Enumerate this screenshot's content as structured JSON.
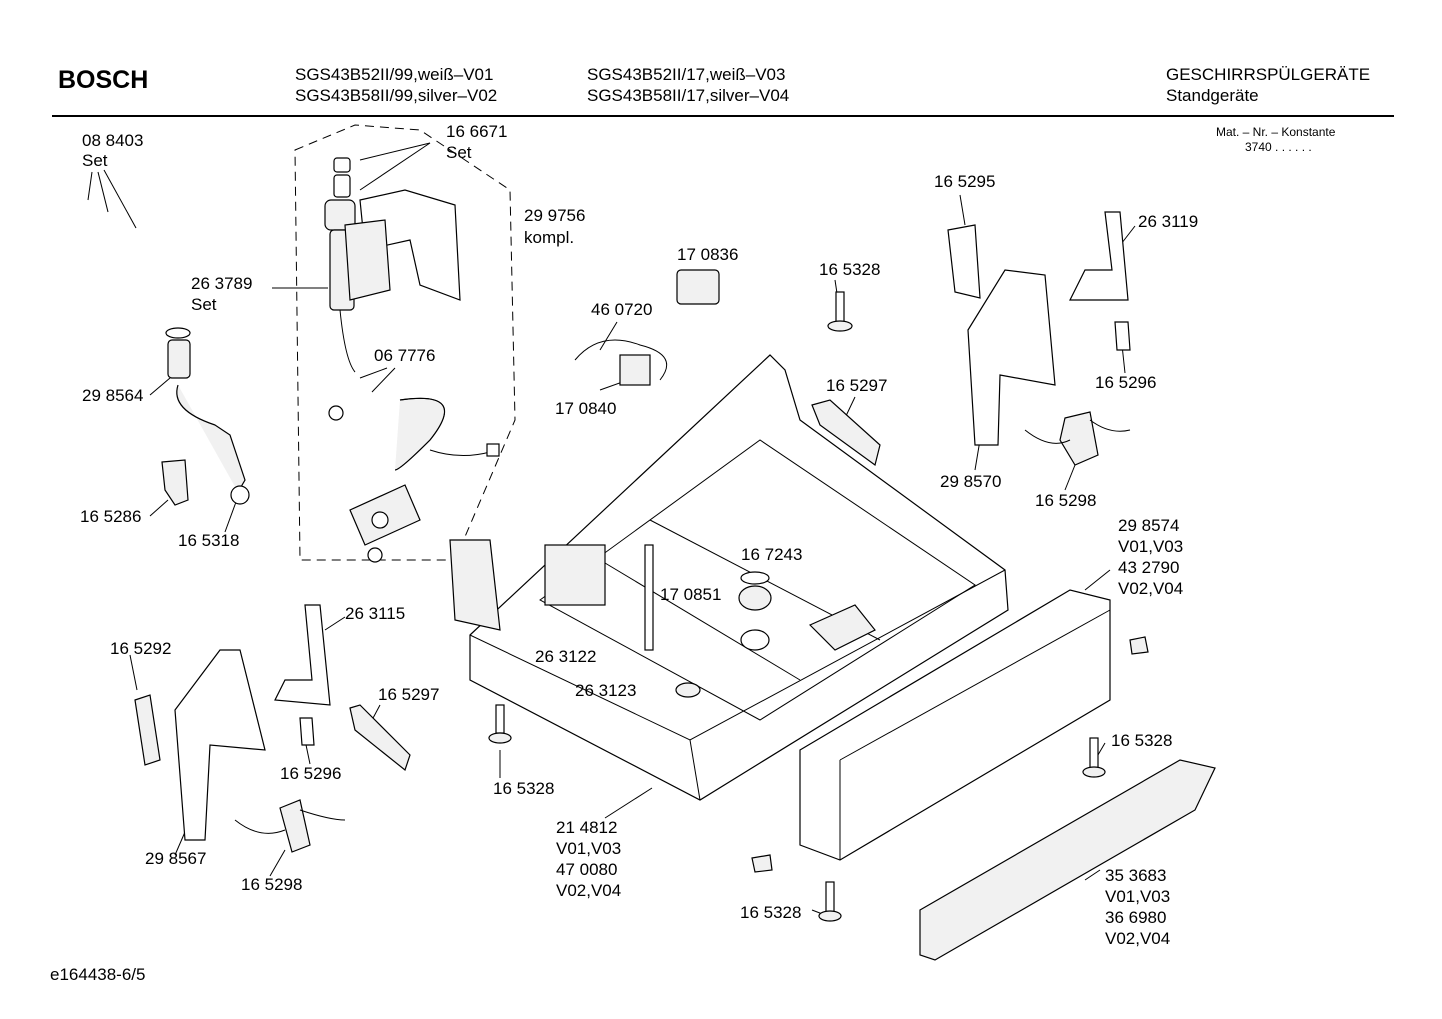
{
  "header": {
    "brand": "BOSCH",
    "models_col1": [
      "SGS43B52II/99,weiß–V01",
      "SGS43B58II/99,silver–V02"
    ],
    "models_col2": [
      "SGS43B52II/17,weiß–V03",
      "SGS43B58II/17,silver–V04"
    ],
    "category": "GESCHIRRSPÜLGERÄTE",
    "subcategory": "Standgeräte",
    "mat_label": "Mat. – Nr. – Konstante",
    "mat_value": "3740  .   .     .  .  .  ."
  },
  "labels": {
    "l088403": "08 8403",
    "l088403b": "Set",
    "l166671": "16 6671",
    "l166671b": "Set",
    "l299756": "29 9756",
    "l299756b": "kompl.",
    "l263789": "26 3789",
    "l263789b": "Set",
    "l298564": "29 8564",
    "l067776": "06 7776",
    "l165286": "16 5286",
    "l165318": "16 5318",
    "l170836": "17 0836",
    "l460720": "46 0720",
    "l170840": "17 0840",
    "l165328a": "16 5328",
    "l165297a": "16 5297",
    "l165295": "16 5295",
    "l263119": "26 3119",
    "l165296a": "16 5296",
    "l298570": "29 8570",
    "l165298a": "16 5298",
    "l298574": "29 8574",
    "l298574b": "V01,V03",
    "l432790": "43 2790",
    "l432790b": "V02,V04",
    "l167243": "16 7243",
    "l170851": "17 0851",
    "l263122": "26 3122",
    "l263123": "26 3123",
    "l263115": "26 3115",
    "l165292": "16 5292",
    "l165297b": "16 5297",
    "l165296b": "16 5296",
    "l298567": "29 8567",
    "l165298b": "16 5298",
    "l165328b": "16 5328",
    "l214812": "21 4812",
    "l214812b": "V01,V03",
    "l470080": "47 0080",
    "l470080b": "V02,V04",
    "l165328c": "16 5328",
    "l165328d": "16 5328",
    "l353683": "35 3683",
    "l353683b": "V01,V03",
    "l366980": "36 6980",
    "l366980b": "V02,V04"
  },
  "footer": {
    "drawing_id": "e164438-6/5"
  }
}
